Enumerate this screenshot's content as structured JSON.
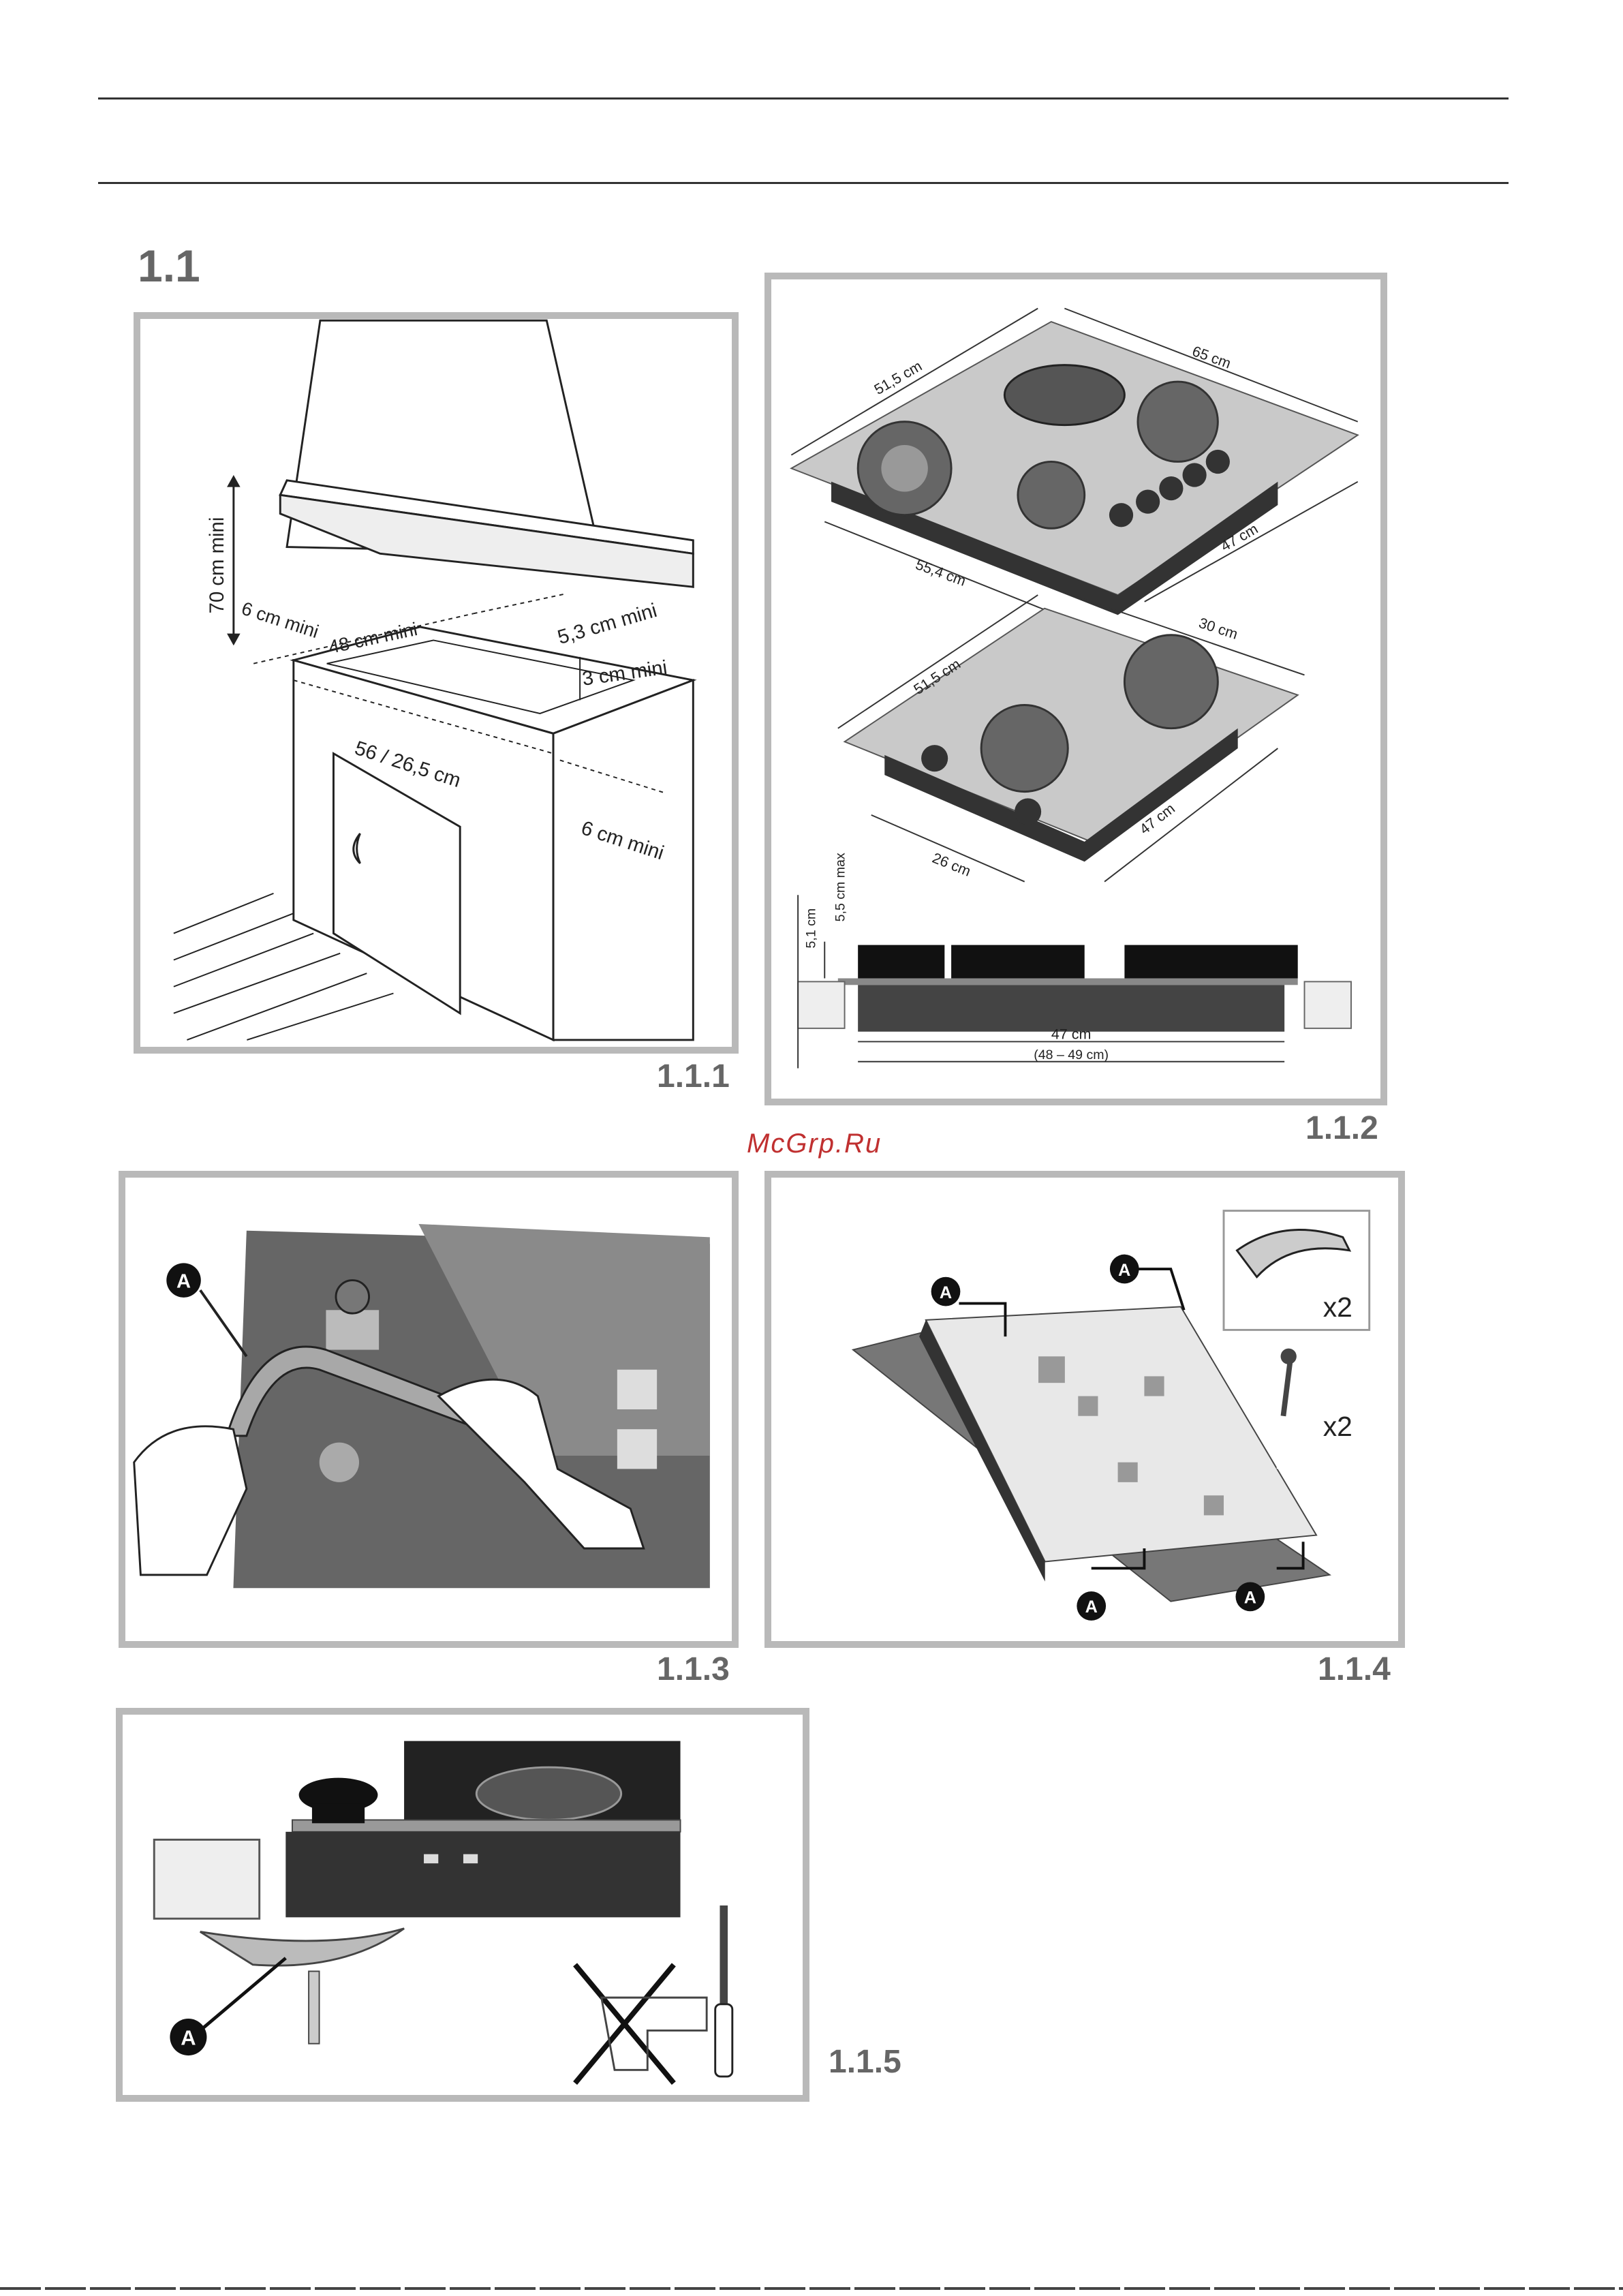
{
  "section": {
    "title": "1.1"
  },
  "watermark": "McGrp.Ru",
  "figures": {
    "f111": {
      "label": "1.1.1",
      "dims": {
        "height": "70 cm mini",
        "side_left": "6 cm mini",
        "depth": "48 cm mini",
        "back": "5,3 cm mini",
        "front": "3 cm mini",
        "width": "56 / 26,5 cm",
        "side_right": "6 cm mini"
      }
    },
    "f112": {
      "label": "1.1.2",
      "dims": {
        "top_depth": "51,5 cm",
        "top_width": "65 cm",
        "top_cutout_w": "55,4 cm",
        "top_cutout_d": "47 cm",
        "mid_depth": "51,5 cm",
        "mid_width": "30 cm",
        "mid_cutout_w": "26 cm",
        "mid_cutout_d": "47 cm",
        "side_height": "5,1 cm",
        "side_max": "5,5 cm max",
        "bottom_width": "47 cm",
        "bottom_range": "(48 – 49 cm)"
      }
    },
    "f113": {
      "label": "1.1.3",
      "callout": "A"
    },
    "f114": {
      "label": "1.1.4",
      "callout": "A",
      "qty_clip": "x2",
      "qty_screw": "x2"
    },
    "f115": {
      "label": "1.1.5",
      "callout": "A"
    }
  }
}
